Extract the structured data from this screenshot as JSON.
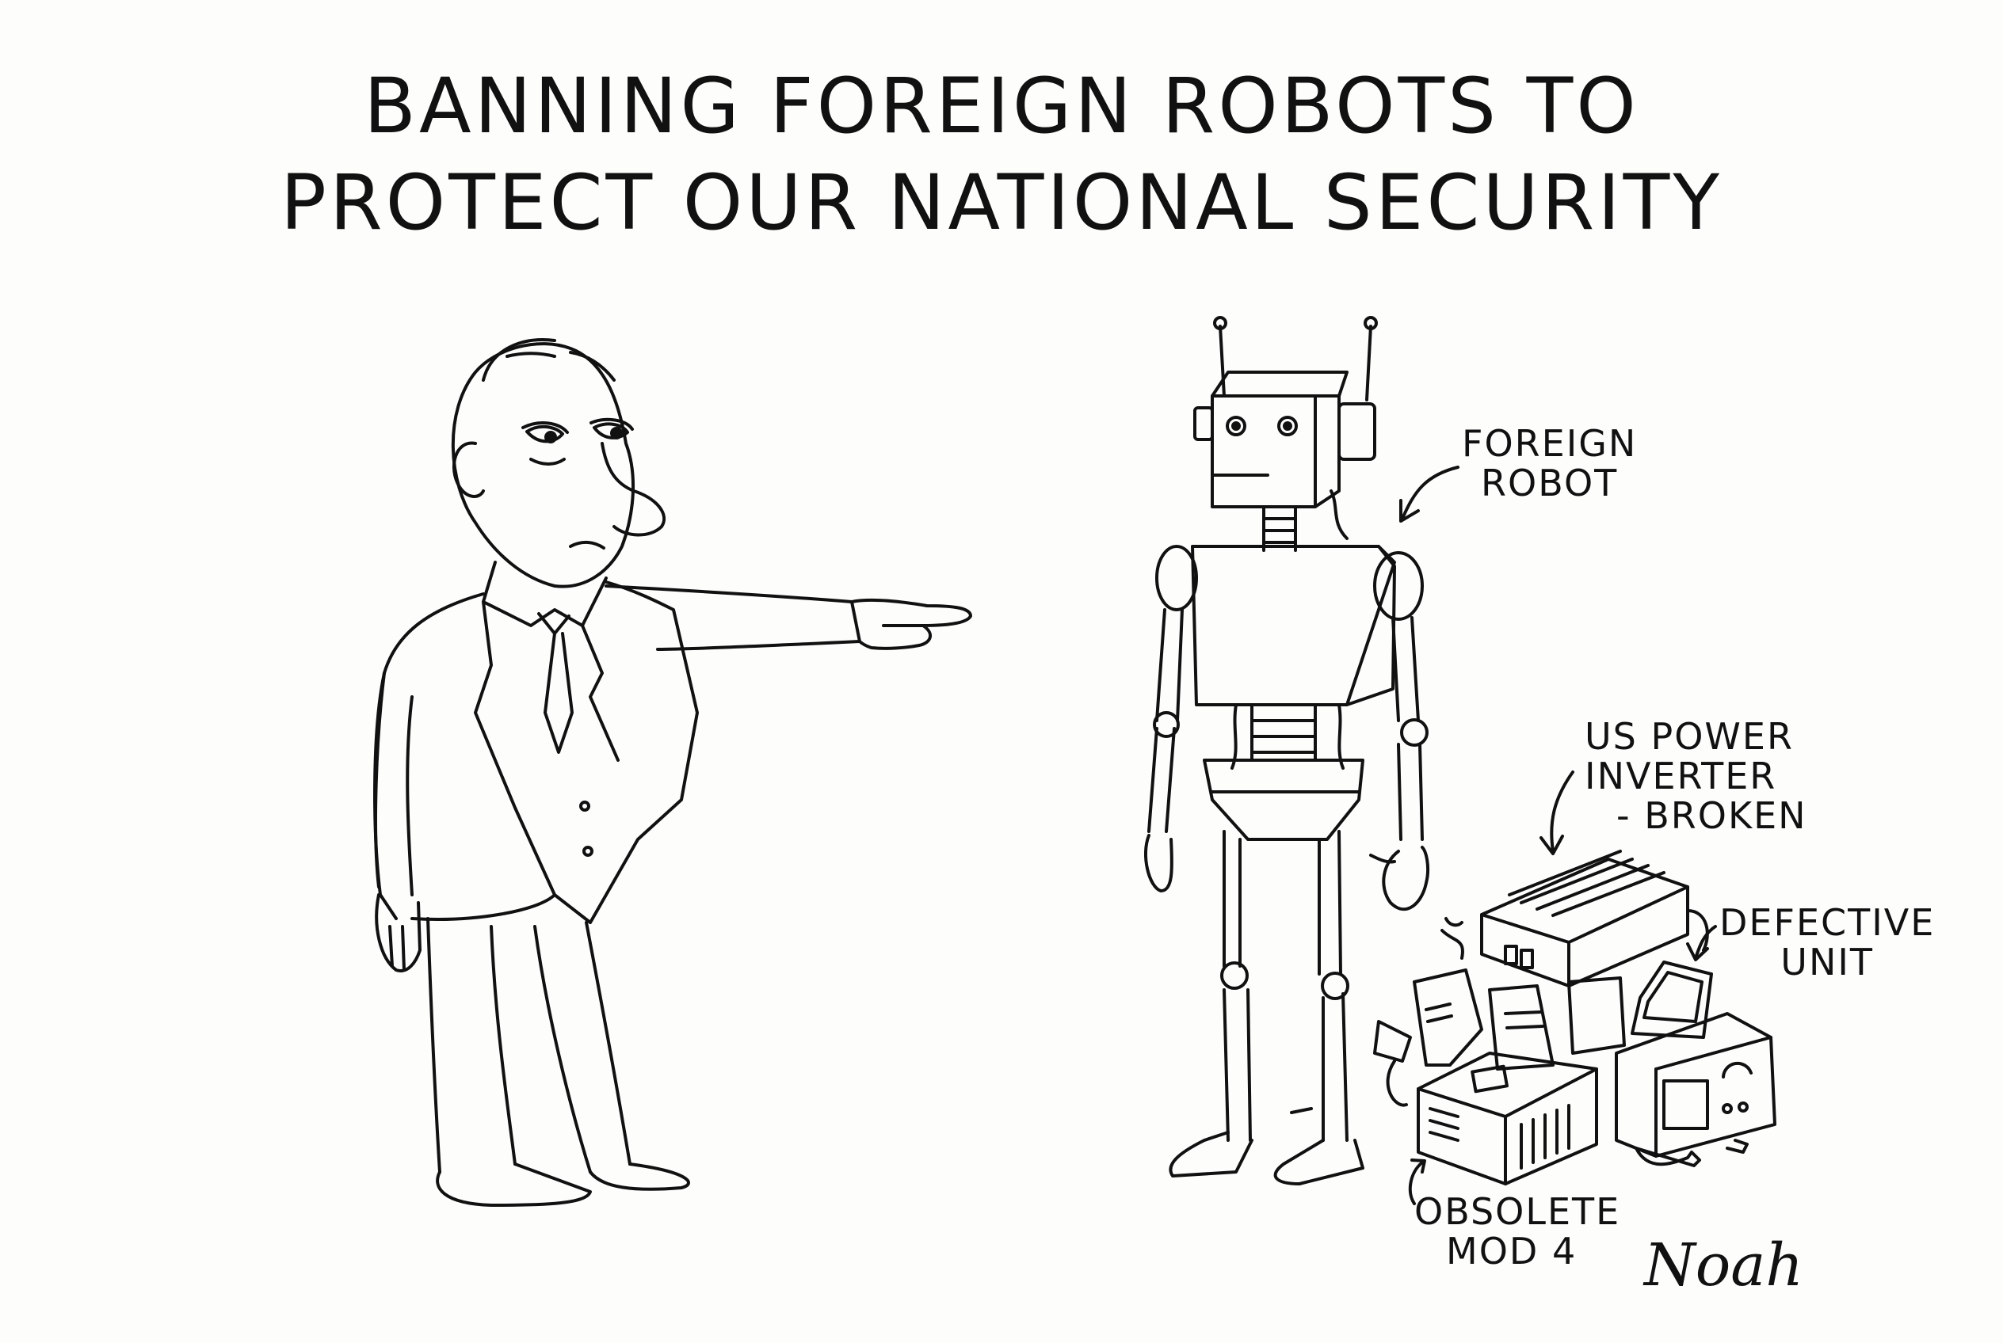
{
  "cartoon": {
    "title_line1": "BANNING FOREIGN ROBOTS TO",
    "title_line2": "PROTECT OUR NATIONAL SECURITY",
    "labels": {
      "foreign_robot": [
        "FOREIGN",
        "ROBOT"
      ],
      "power_inverter": [
        "US POWER",
        "INVERTER",
        "- BROKEN"
      ],
      "defective_unit": [
        "DEFECTIVE",
        "UNIT"
      ],
      "obsolete_mod": [
        "OBSOLETE",
        "MOD 4"
      ]
    },
    "signature": "Noah"
  },
  "colors": {
    "ink": "#111111",
    "paper": "#fdfdfb"
  }
}
